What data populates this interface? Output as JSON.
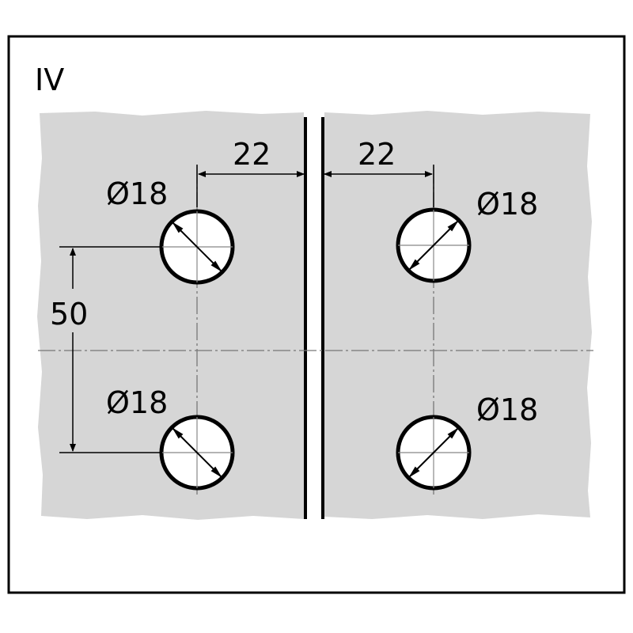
{
  "view_label": "IV",
  "dimensions": {
    "left_offset": "22",
    "right_offset": "22",
    "hole_left_top": "Ø18",
    "hole_left_bottom": "Ø18",
    "hole_right_top": "Ø18",
    "hole_right_bottom": "Ø18",
    "vertical_spacing": "50"
  },
  "colors": {
    "panel": "#d6d6d6",
    "line": "#000000",
    "frame": "#000000"
  }
}
